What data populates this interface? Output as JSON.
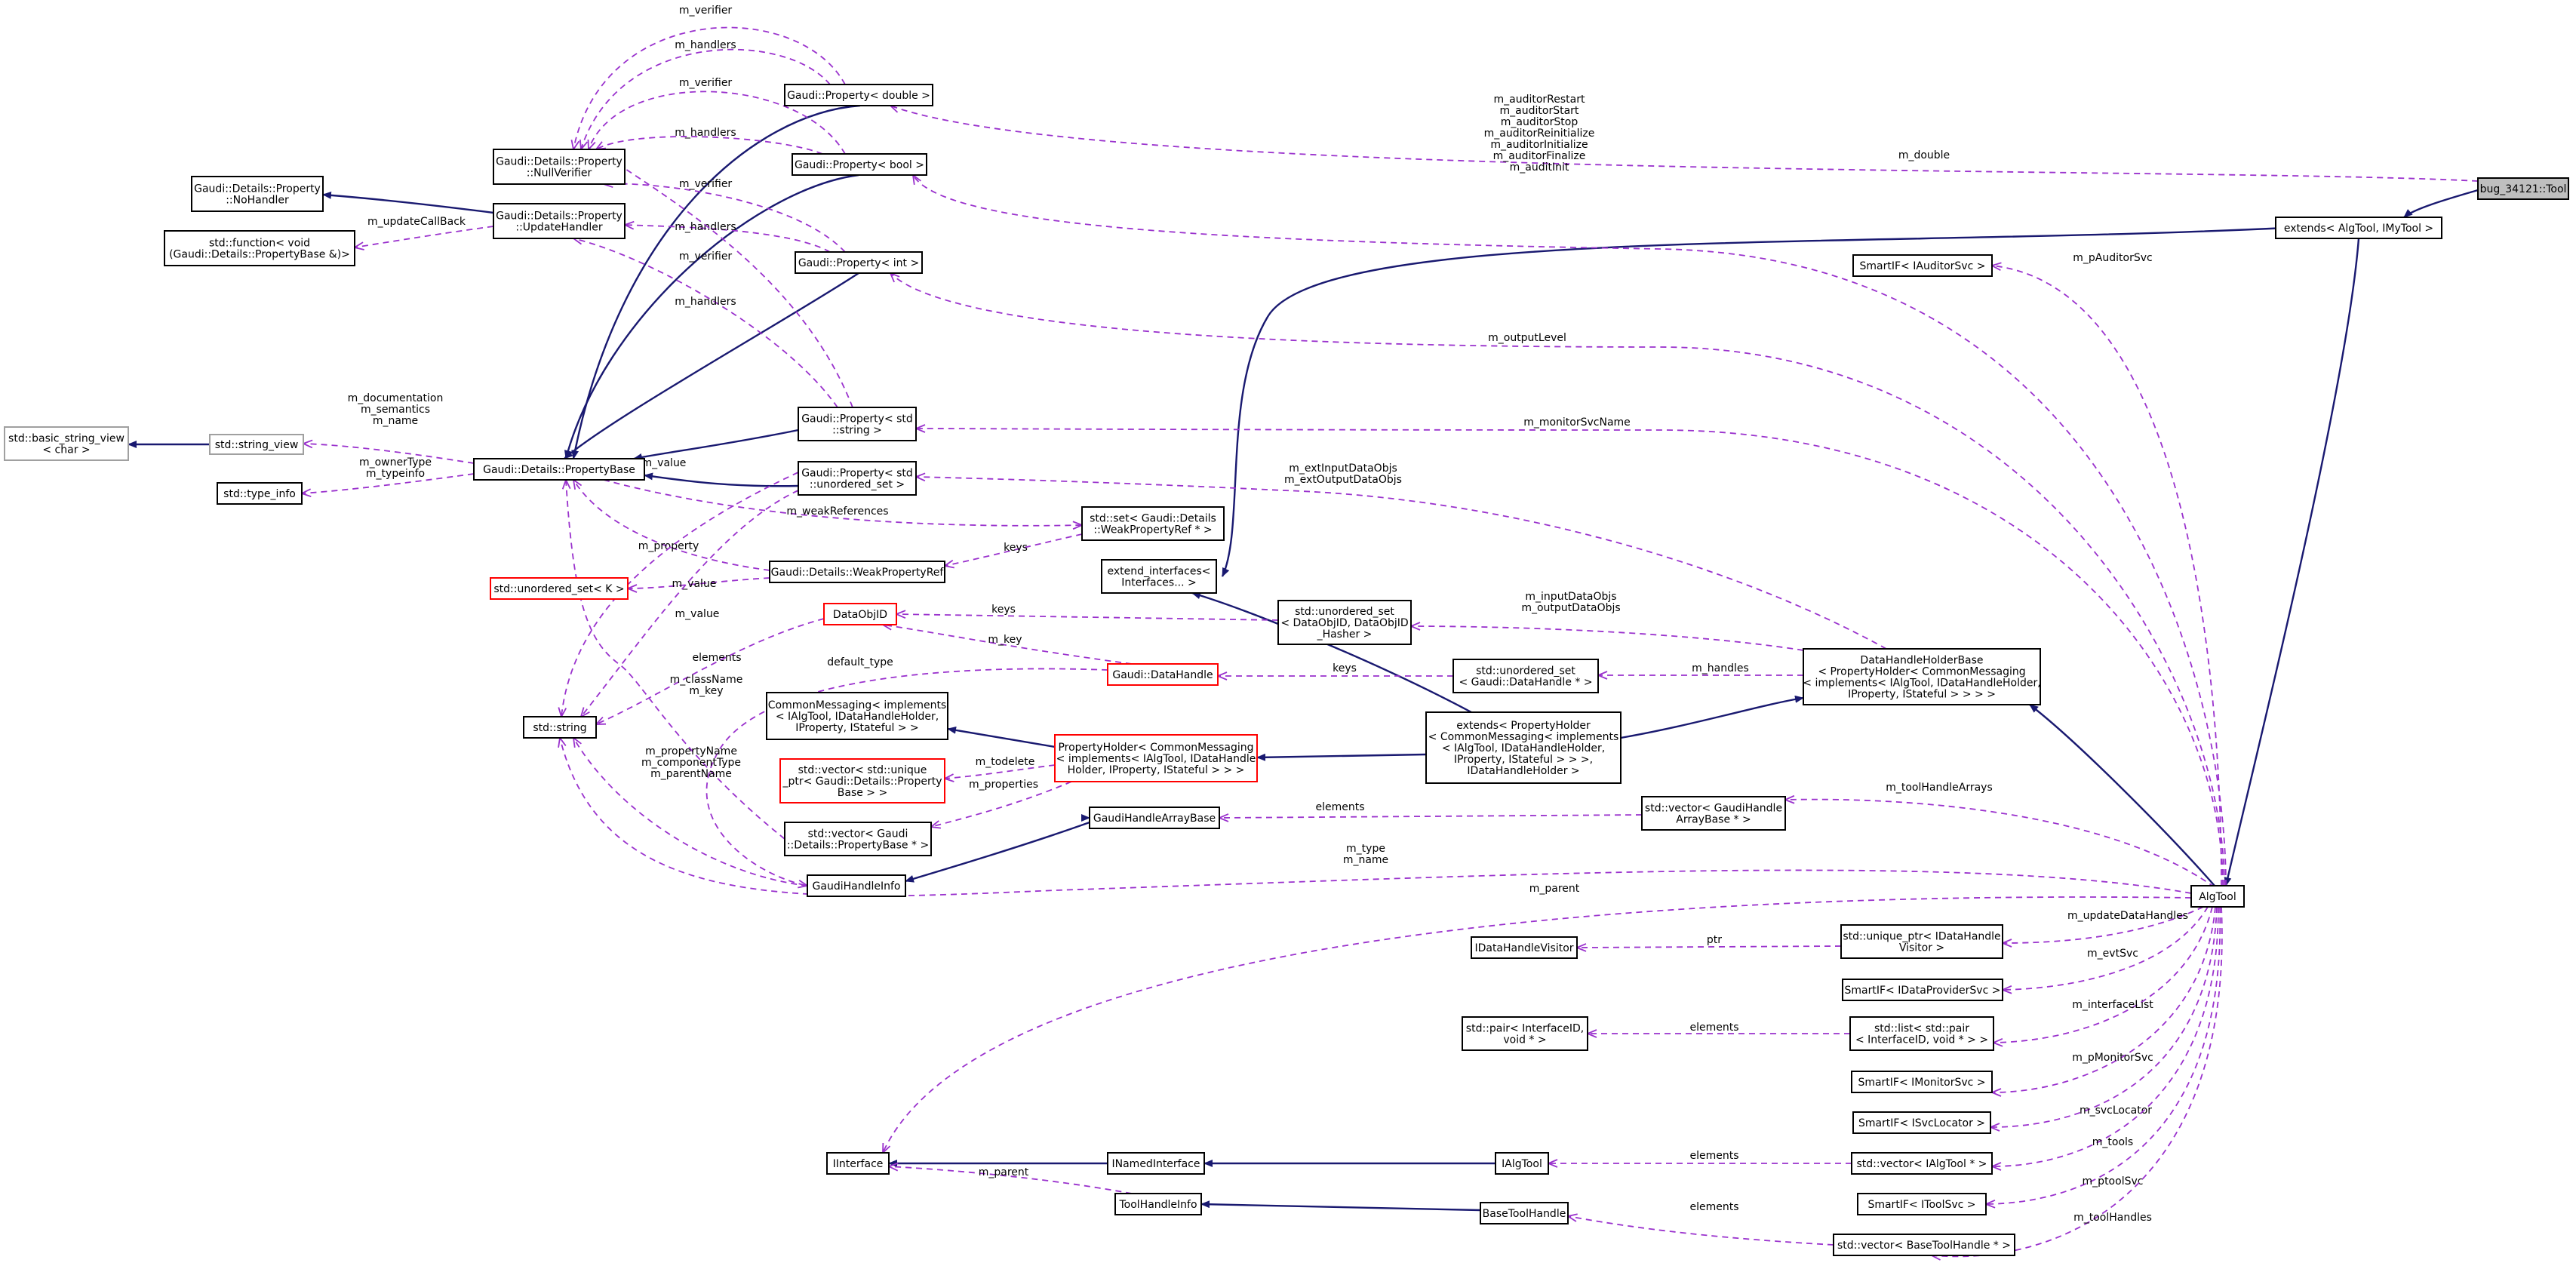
{
  "nodes": [
    {
      "id": "bug",
      "lines": [
        "bug_34121::Tool"
      ],
      "style": "filled"
    },
    {
      "id": "extends_imytool",
      "lines": [
        "extends< AlgTool, IMyTool >"
      ]
    },
    {
      "id": "algtool",
      "lines": [
        "AlgTool"
      ]
    },
    {
      "id": "prop_double",
      "lines": [
        "Gaudi::Property< double >"
      ]
    },
    {
      "id": "prop_bool",
      "lines": [
        "Gaudi::Property< bool >"
      ]
    },
    {
      "id": "prop_int",
      "lines": [
        "Gaudi::Property< int >"
      ]
    },
    {
      "id": "prop_string",
      "lines": [
        "Gaudi::Property< std",
        "::string >"
      ]
    },
    {
      "id": "prop_uset",
      "lines": [
        "Gaudi::Property< std",
        "::unordered_set >"
      ]
    },
    {
      "id": "nullverifier",
      "lines": [
        "Gaudi::Details::Property",
        "::NullVerifier"
      ]
    },
    {
      "id": "updatehandler",
      "lines": [
        "Gaudi::Details::Property",
        "::UpdateHandler"
      ]
    },
    {
      "id": "nohandler",
      "lines": [
        "Gaudi::Details::Property",
        "::NoHandler"
      ]
    },
    {
      "id": "stdfunction",
      "lines": [
        "std::function< void",
        "(Gaudi::Details::PropertyBase &)>"
      ]
    },
    {
      "id": "basic_string_view",
      "lines": [
        "std::basic_string_view",
        "< char >"
      ],
      "style": "gray"
    },
    {
      "id": "string_view",
      "lines": [
        "std::string_view"
      ],
      "style": "gray"
    },
    {
      "id": "propertybase",
      "lines": [
        "Gaudi::Details::PropertyBase"
      ]
    },
    {
      "id": "type_info",
      "lines": [
        "std::type_info"
      ]
    },
    {
      "id": "uset_k",
      "lines": [
        "std::unordered_set< K >"
      ],
      "style": "red"
    },
    {
      "id": "stdstring",
      "lines": [
        "std::string"
      ]
    },
    {
      "id": "weakpropref",
      "lines": [
        "Gaudi::Details::WeakPropertyRef"
      ]
    },
    {
      "id": "set_weak",
      "lines": [
        "std::set< Gaudi::Details",
        "::WeakPropertyRef * >"
      ]
    },
    {
      "id": "extend_interfaces",
      "lines": [
        "extend_interfaces<",
        "Interfaces... >"
      ]
    },
    {
      "id": "dataobjid",
      "lines": [
        "DataObjID"
      ],
      "style": "red"
    },
    {
      "id": "uset_dataobjid",
      "lines": [
        "std::unordered_set",
        "< DataObjID, DataObjID",
        "_Hasher >"
      ]
    },
    {
      "id": "datahandle",
      "lines": [
        "Gaudi::DataHandle"
      ],
      "style": "red"
    },
    {
      "id": "uset_datahandle",
      "lines": [
        "std::unordered_set",
        "< Gaudi::DataHandle * >"
      ]
    },
    {
      "id": "dhholderbase",
      "lines": [
        "DataHandleHolderBase",
        "< PropertyHolder< CommonMessaging",
        "< implements< IAlgTool, IDataHandleHolder,",
        "IProperty, IStateful > > > >"
      ]
    },
    {
      "id": "commonmessaging",
      "lines": [
        "CommonMessaging< implements",
        "< IAlgTool, IDataHandleHolder,",
        "IProperty, IStateful > >"
      ]
    },
    {
      "id": "propertyholder",
      "lines": [
        "PropertyHolder< CommonMessaging",
        "< implements< IAlgTool, IDataHandle",
        "Holder, IProperty, IStateful > > >"
      ],
      "style": "red"
    },
    {
      "id": "extends_propholder",
      "lines": [
        "extends< PropertyHolder",
        "< CommonMessaging< implements",
        "< IAlgTool, IDataHandleHolder,",
        "IProperty, IStateful > > >,",
        "IDataHandleHolder >"
      ]
    },
    {
      "id": "vec_unique",
      "lines": [
        "std::vector< std::unique",
        "_ptr< Gaudi::Details::Property",
        "Base > >"
      ],
      "style": "red"
    },
    {
      "id": "vec_propbase",
      "lines": [
        "std::vector< Gaudi",
        "::Details::PropertyBase * >"
      ]
    },
    {
      "id": "gaudihandlearraybase",
      "lines": [
        "GaudiHandleArrayBase"
      ]
    },
    {
      "id": "vec_gharray",
      "lines": [
        "std::vector< GaudiHandle",
        "ArrayBase * >"
      ]
    },
    {
      "id": "gaudihandleinfo",
      "lines": [
        "GaudiHandleInfo"
      ]
    },
    {
      "id": "auditorsvc",
      "lines": [
        "SmartIF< IAuditorSvc >"
      ]
    },
    {
      "id": "idhvisitor",
      "lines": [
        "IDataHandleVisitor"
      ]
    },
    {
      "id": "unique_idhvisitor",
      "lines": [
        "std::unique_ptr< IDataHandle",
        "Visitor >"
      ]
    },
    {
      "id": "dataprovidersvc",
      "lines": [
        "SmartIF< IDataProviderSvc >"
      ]
    },
    {
      "id": "pair_iface",
      "lines": [
        "std::pair< InterfaceID,",
        "void * >"
      ]
    },
    {
      "id": "list_pair",
      "lines": [
        "std::list< std::pair",
        "< InterfaceID, void * > >"
      ]
    },
    {
      "id": "monitorsvc",
      "lines": [
        "SmartIF< IMonitorSvc >"
      ]
    },
    {
      "id": "svclocator",
      "lines": [
        "SmartIF< ISvcLocator >"
      ]
    },
    {
      "id": "iinterface",
      "lines": [
        "IInterface"
      ]
    },
    {
      "id": "inamedinterface",
      "lines": [
        "INamedInterface"
      ]
    },
    {
      "id": "ialgtool",
      "lines": [
        "IAlgTool"
      ]
    },
    {
      "id": "vec_ialgtool",
      "lines": [
        "std::vector< IAlgTool * >"
      ]
    },
    {
      "id": "toolsvc",
      "lines": [
        "SmartIF< IToolSvc >"
      ]
    },
    {
      "id": "toolhandleinfo",
      "lines": [
        "ToolHandleInfo"
      ]
    },
    {
      "id": "basetoolhandle",
      "lines": [
        "BaseToolHandle"
      ]
    },
    {
      "id": "vec_basetoolhandle",
      "lines": [
        "std::vector< BaseToolHandle * >"
      ]
    }
  ],
  "edges": [
    {
      "id": "e_bug_ext",
      "kind": "inherit"
    },
    {
      "id": "e_ext_alg",
      "kind": "inherit"
    },
    {
      "id": "e_dh_alg",
      "kind": "inherit"
    },
    {
      "id": "e_ext_dh",
      "kind": "inherit"
    },
    {
      "id": "e_ei_ext",
      "kind": "inherit"
    },
    {
      "id": "e_ei_alg",
      "kind": "inherit"
    },
    {
      "id": "e_ph_ext",
      "kind": "inherit"
    },
    {
      "id": "e_cm_ph",
      "kind": "inherit"
    },
    {
      "id": "e_gha_vec",
      "kind": "inherit"
    },
    {
      "id": "e_ghi_gha",
      "kind": "inherit"
    },
    {
      "id": "e_ii_ini",
      "kind": "inherit"
    },
    {
      "id": "e_ini_ia",
      "kind": "inherit"
    },
    {
      "id": "e_thi_bth",
      "kind": "inherit"
    },
    {
      "id": "e_nh_uh",
      "kind": "inherit"
    },
    {
      "id": "e_pb_pd",
      "kind": "inherit"
    },
    {
      "id": "e_pb_pb2",
      "kind": "inherit"
    },
    {
      "id": "e_pb_pi",
      "kind": "inherit"
    },
    {
      "id": "e_pb_ps",
      "kind": "inherit"
    },
    {
      "id": "e_pb_pu",
      "kind": "inherit"
    },
    {
      "id": "e_bsv_sv",
      "kind": "inherit"
    },
    {
      "id": "e_double",
      "kind": "member",
      "label": [
        "m_double"
      ]
    },
    {
      "id": "e_auditor",
      "kind": "member",
      "label": [
        "m_auditorRestart",
        "m_auditorStart",
        "m_auditorStop",
        "m_auditorReinitialize",
        "m_auditorInitialize",
        "m_auditorFinalize",
        "m_auditInit"
      ]
    },
    {
      "id": "e_outputlevel",
      "kind": "member",
      "label": [
        "m_outputLevel"
      ]
    },
    {
      "id": "e_monitorsvcname",
      "kind": "member",
      "label": [
        "m_monitorSvcName"
      ]
    },
    {
      "id": "e_extdata",
      "kind": "member",
      "label": [
        "m_extInputDataObjs",
        "m_extOutputDataObjs"
      ]
    },
    {
      "id": "e_inputdata",
      "kind": "member",
      "label": [
        "m_inputDataObjs",
        "m_outputDataObjs"
      ]
    },
    {
      "id": "e_handles",
      "kind": "member",
      "label": [
        "m_handles"
      ]
    },
    {
      "id": "e_keys_dh",
      "kind": "member",
      "label": [
        "keys"
      ]
    },
    {
      "id": "e_keys_doid",
      "kind": "member",
      "label": [
        "keys"
      ]
    },
    {
      "id": "e_mkey",
      "kind": "member",
      "label": [
        "m_key"
      ]
    },
    {
      "id": "e_pauditorsvc",
      "kind": "member",
      "label": [
        "m_pAuditorSvc"
      ]
    },
    {
      "id": "e_toolhandlearrays",
      "kind": "member",
      "label": [
        "m_toolHandleArrays"
      ]
    },
    {
      "id": "e_gha_elements",
      "kind": "member",
      "label": [
        "elements"
      ]
    },
    {
      "id": "e_type_name",
      "kind": "member",
      "label": [
        "m_type",
        "m_name"
      ]
    },
    {
      "id": "e_parent_alg",
      "kind": "member",
      "label": [
        "m_parent"
      ]
    },
    {
      "id": "e_updatedatahandles",
      "kind": "member",
      "label": [
        "m_updateDataHandles"
      ]
    },
    {
      "id": "e_ptr",
      "kind": "member",
      "label": [
        "ptr"
      ]
    },
    {
      "id": "e_evtsvc",
      "kind": "member",
      "label": [
        "m_evtSvc"
      ]
    },
    {
      "id": "e_interfacelist",
      "kind": "member",
      "label": [
        "m_interfaceList"
      ]
    },
    {
      "id": "e_pair_elements",
      "kind": "member",
      "label": [
        "elements"
      ]
    },
    {
      "id": "e_pmonitorsvc",
      "kind": "member",
      "label": [
        "m_pMonitorSvc"
      ]
    },
    {
      "id": "e_svclocator",
      "kind": "member",
      "label": [
        "m_svcLocator"
      ]
    },
    {
      "id": "e_tools",
      "kind": "member",
      "label": [
        "m_tools"
      ]
    },
    {
      "id": "e_ialgtool_elements",
      "kind": "member",
      "label": [
        "elements"
      ]
    },
    {
      "id": "e_ptoolsvc",
      "kind": "member",
      "label": [
        "m_ptoolSvc"
      ]
    },
    {
      "id": "e_toolhandles",
      "kind": "member",
      "label": [
        "m_toolHandles"
      ]
    },
    {
      "id": "e_bth_elements",
      "kind": "member",
      "label": [
        "elements"
      ]
    },
    {
      "id": "e_thi_parent",
      "kind": "member",
      "label": [
        "m_parent"
      ]
    },
    {
      "id": "e_verifier_d",
      "kind": "member",
      "label": [
        "m_verifier"
      ]
    },
    {
      "id": "e_handlers_d",
      "kind": "member",
      "label": [
        "m_handlers"
      ]
    },
    {
      "id": "e_verifier_b",
      "kind": "member",
      "label": [
        "m_verifier"
      ]
    },
    {
      "id": "e_handlers_b",
      "kind": "member",
      "label": [
        "m_handlers"
      ]
    },
    {
      "id": "e_verifier_i",
      "kind": "member",
      "label": [
        "m_verifier"
      ]
    },
    {
      "id": "e_handlers_i",
      "kind": "member",
      "label": [
        "m_handlers"
      ]
    },
    {
      "id": "e_verifier_s",
      "kind": "member",
      "label": [
        "m_verifier"
      ]
    },
    {
      "id": "e_handlers_s",
      "kind": "member",
      "label": [
        "m_handlers"
      ]
    },
    {
      "id": "e_updatecallback",
      "kind": "member",
      "label": [
        "m_updateCallBack"
      ]
    },
    {
      "id": "e_docs",
      "kind": "member",
      "label": [
        "m_documentation",
        "m_semantics",
        "m_name"
      ]
    },
    {
      "id": "e_ownertype",
      "kind": "member",
      "label": [
        "m_ownerType",
        "m_typeinfo"
      ]
    },
    {
      "id": "e_weakrefs",
      "kind": "member",
      "label": [
        "m_weakReferences"
      ]
    },
    {
      "id": "e_set_keys",
      "kind": "member",
      "label": [
        "keys"
      ]
    },
    {
      "id": "e_property",
      "kind": "member",
      "label": [
        "m_property"
      ]
    },
    {
      "id": "e_value_s",
      "kind": "member",
      "label": [
        "m_value"
      ]
    },
    {
      "id": "e_value_uk",
      "kind": "member",
      "label": [
        "m_value"
      ]
    },
    {
      "id": "e_value_w",
      "kind": "member",
      "label": [
        "m_value"
      ]
    },
    {
      "id": "e_elements_pb",
      "kind": "member",
      "label": [
        "elements"
      ]
    },
    {
      "id": "e_classname",
      "kind": "member",
      "label": [
        "m_className",
        "m_key"
      ]
    },
    {
      "id": "e_defaulttype",
      "kind": "member",
      "label": [
        "default_type"
      ]
    },
    {
      "id": "e_propertyname",
      "kind": "member",
      "label": [
        "m_propertyName",
        "m_componentType",
        "m_parentName"
      ]
    },
    {
      "id": "e_todelete",
      "kind": "member",
      "label": [
        "m_todelete"
      ]
    },
    {
      "id": "e_properties",
      "kind": "member",
      "label": [
        "m_properties"
      ]
    }
  ]
}
